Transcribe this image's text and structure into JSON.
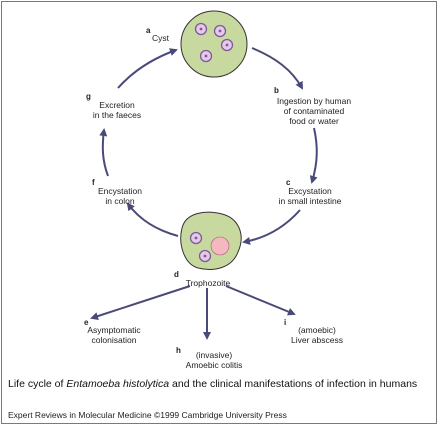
{
  "stages": [
    {
      "letter": "a",
      "label": "Cyst"
    },
    {
      "letter": "b",
      "label": "Ingestion by human\nof contaminated\nfood or water"
    },
    {
      "letter": "c",
      "label": "Excystation\nin small intestine"
    },
    {
      "letter": "d",
      "label": "Trophozoite"
    },
    {
      "letter": "e",
      "label": "Asymptomatic\ncolonisation"
    },
    {
      "letter": "f",
      "label": "Encystation\nin colon"
    },
    {
      "letter": "g",
      "label": "Excretion\nin the faeces"
    },
    {
      "letter": "h",
      "label": "(invasive)\nAmoebic colitis"
    },
    {
      "letter": "i",
      "label": "(amoebic)\nLiver abscess"
    }
  ],
  "caption": {
    "prefix": "Life cycle of ",
    "species": "Entamoeba histolytica",
    "suffix": " and the clinical manifestations of infection in humans"
  },
  "credit": "Expert Reviews in Molecular Medicine ©1999 Cambridge University Press",
  "colors": {
    "cell_fill": "#c8d9a0",
    "nucleus_fill": "#e8c8e8",
    "nucleus_stroke": "#7a5c9a",
    "arrow": "#4a4a78",
    "vacuole": "#f5b8c0"
  }
}
